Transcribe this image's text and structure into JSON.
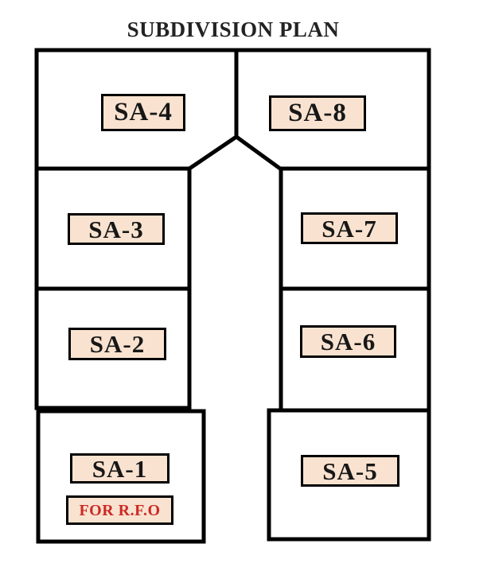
{
  "title": "SUBDIVISION PLAN",
  "lots": {
    "sa1": {
      "label": "SA-1",
      "note": "FOR R.F.O"
    },
    "sa2": {
      "label": "SA-2"
    },
    "sa3": {
      "label": "SA-3"
    },
    "sa4": {
      "label": "SA-4"
    },
    "sa5": {
      "label": "SA-5"
    },
    "sa6": {
      "label": "SA-6"
    },
    "sa7": {
      "label": "SA-7"
    },
    "sa8": {
      "label": "SA-8"
    }
  },
  "colors": {
    "background": "#ffffff",
    "boundary_line": "#000000",
    "label_fill": "#f9e3d0",
    "label_text": "#171717",
    "note_text": "#cc2a26",
    "title_text": "#232323"
  }
}
